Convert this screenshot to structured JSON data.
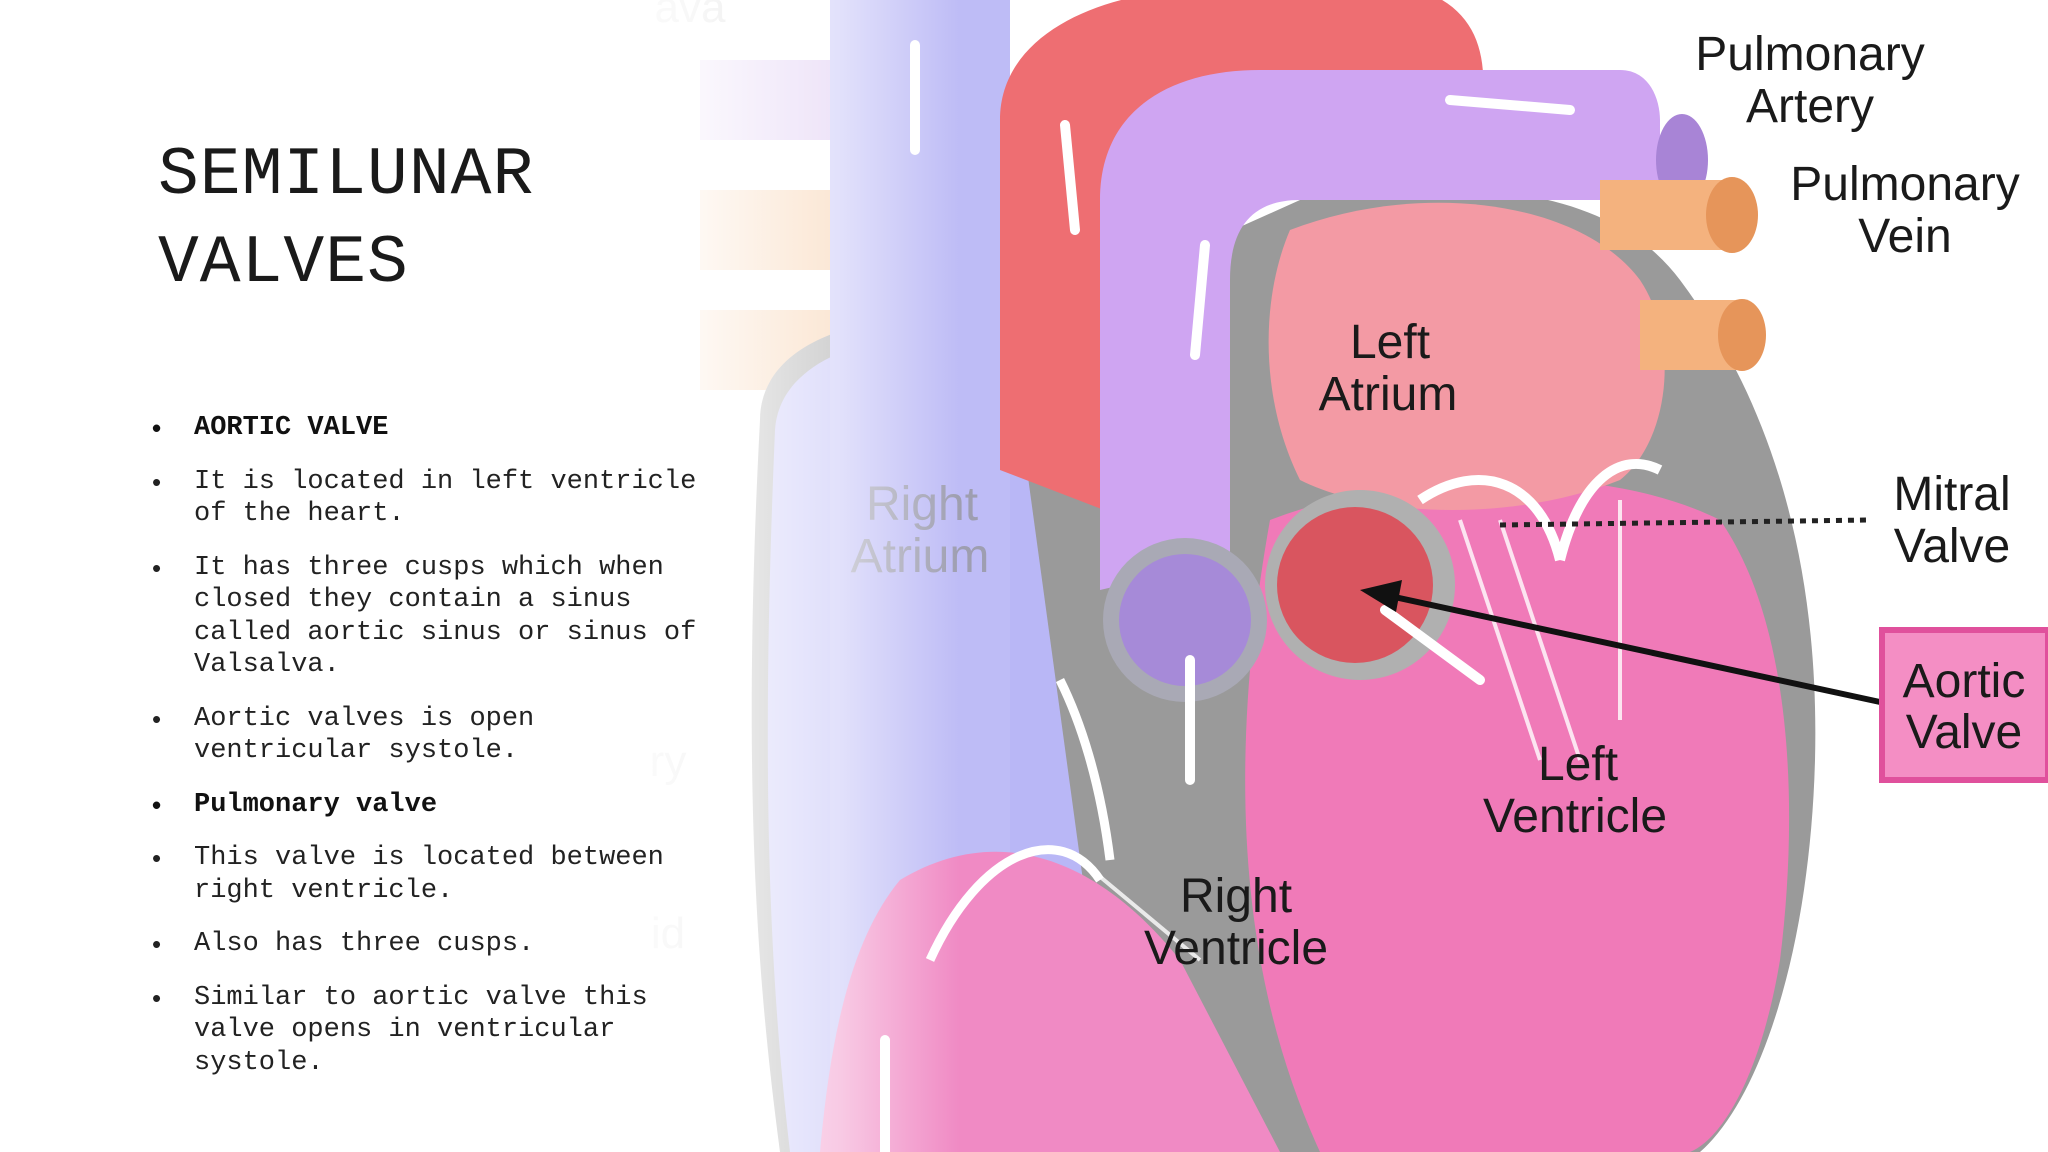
{
  "slide": {
    "title": "SEMILUNAR\nVALVES",
    "bullets": [
      {
        "text": "AORTIC VALVE",
        "bold": true
      },
      {
        "text": "It is located in left ventricle\nof the heart.",
        "bold": false
      },
      {
        "text": "It has three cusps which when\nclosed they contain a sinus\ncalled aortic sinus or sinus of\nValsalva.",
        "bold": false
      },
      {
        "text": "Aortic valves is open\nventricular systole.",
        "bold": false
      },
      {
        "text": "Pulmonary valve",
        "bold": true
      },
      {
        "text": "This valve is located between\nright ventricle.",
        "bold": false
      },
      {
        "text": "Also has three cusps.",
        "bold": false
      },
      {
        "text": "Similar to aortic valve this\nvalve opens in ventricular\nsystole.",
        "bold": false
      }
    ]
  },
  "diagram": {
    "labels": {
      "pulmonary_artery_1": "Pulmonary",
      "pulmonary_artery_2": "Artery",
      "pulmonary_vein_1": "Pulmonary",
      "pulmonary_vein_2": "Vein",
      "left_atrium_1": "Left",
      "left_atrium_2": "Atrium",
      "right_atrium_1": "Right",
      "right_atrium_2": "Atrium",
      "mitral_valve_1": "Mitral",
      "mitral_valve_2": "Valve",
      "aortic_valve_1": "Aortic",
      "aortic_valve_2": "Valve",
      "left_ventricle_1": "Left",
      "left_ventricle_2": "Ventricle",
      "right_ventricle_1": "Right",
      "right_ventricle_2": "Ventricle",
      "cut_top": "ava",
      "cut_mid": "ry",
      "cut_low": "id"
    },
    "colors": {
      "vena_blue": "#b6b4f4",
      "aorta_red": "#ee6e72",
      "pulmonary_purple": "#c9a0ee",
      "vein_orange": "#f4b27e",
      "ventricle_pink": "#f07ab8",
      "left_atrium_pink": "#f39aa4",
      "outline_gray": "#8a8a8a",
      "aortic_label_bg": "#f48ec4"
    }
  }
}
